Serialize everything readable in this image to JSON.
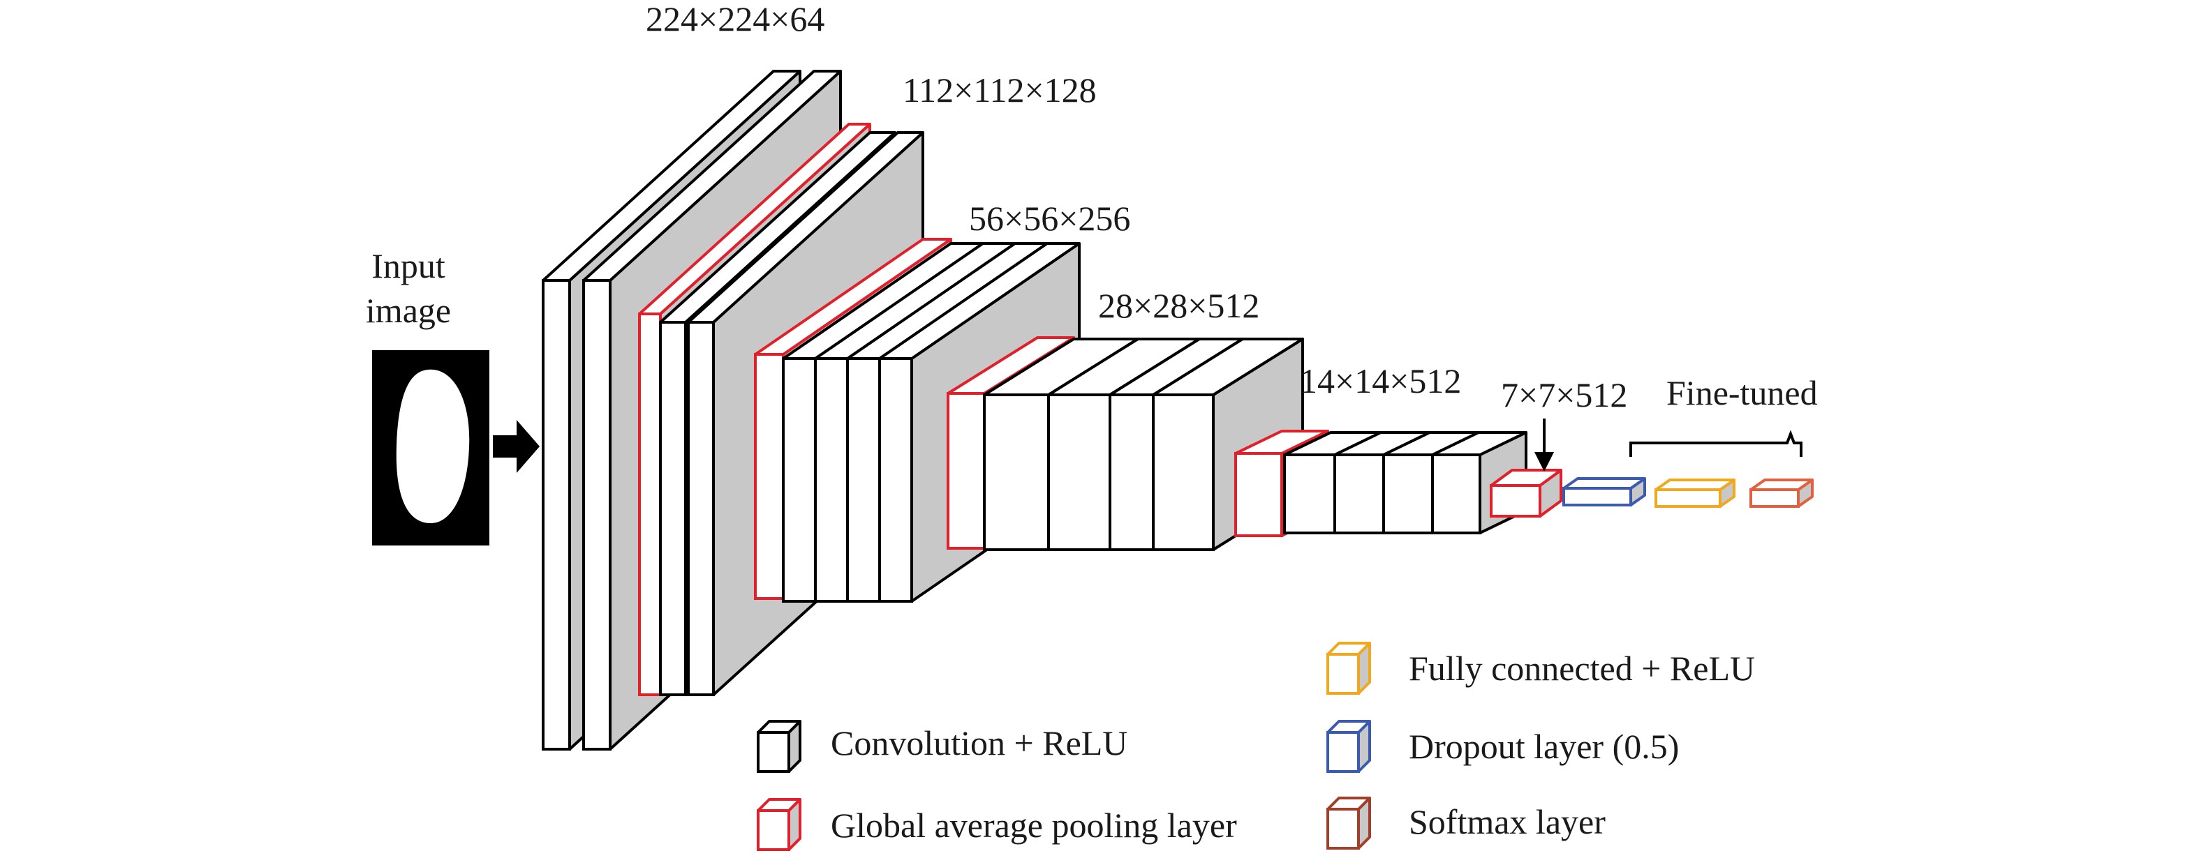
{
  "input": {
    "label_line1": "Input",
    "label_line2": "image"
  },
  "stages": [
    {
      "name": "stage-1",
      "dims": "224×224×64"
    },
    {
      "name": "stage-2",
      "dims": "112×112×128"
    },
    {
      "name": "stage-3",
      "dims": "56×56×256"
    },
    {
      "name": "stage-4",
      "dims": "28×28×512"
    },
    {
      "name": "stage-5",
      "dims": "14×14×512"
    },
    {
      "name": "stage-6",
      "dims": "7×7×512"
    }
  ],
  "fine_tuned_label": "Fine-tuned",
  "legend": [
    {
      "name": "convolution-relu",
      "label": "Convolution + ReLU",
      "color": "#000000"
    },
    {
      "name": "global-average-pooling",
      "label": "Global average pooling layer",
      "color": "#e0202a"
    },
    {
      "name": "fully-connected-relu",
      "label": "Fully connected + ReLU",
      "color": "#f0a81e"
    },
    {
      "name": "dropout",
      "label": "Dropout layer (0.5)",
      "color": "#3a5bb0"
    },
    {
      "name": "softmax",
      "label": "Softmax layer",
      "color": "#a0402a"
    }
  ],
  "colors": {
    "conv_edge": "#000000",
    "pool_edge": "#e0202a",
    "side_fill": "#c8c8c8",
    "dropout_edge": "#3a5bb0",
    "fc_edge": "#f0a81e",
    "softmax_edge": "#e06040",
    "input_bg": "#000000",
    "input_shape": "#ffffff"
  }
}
